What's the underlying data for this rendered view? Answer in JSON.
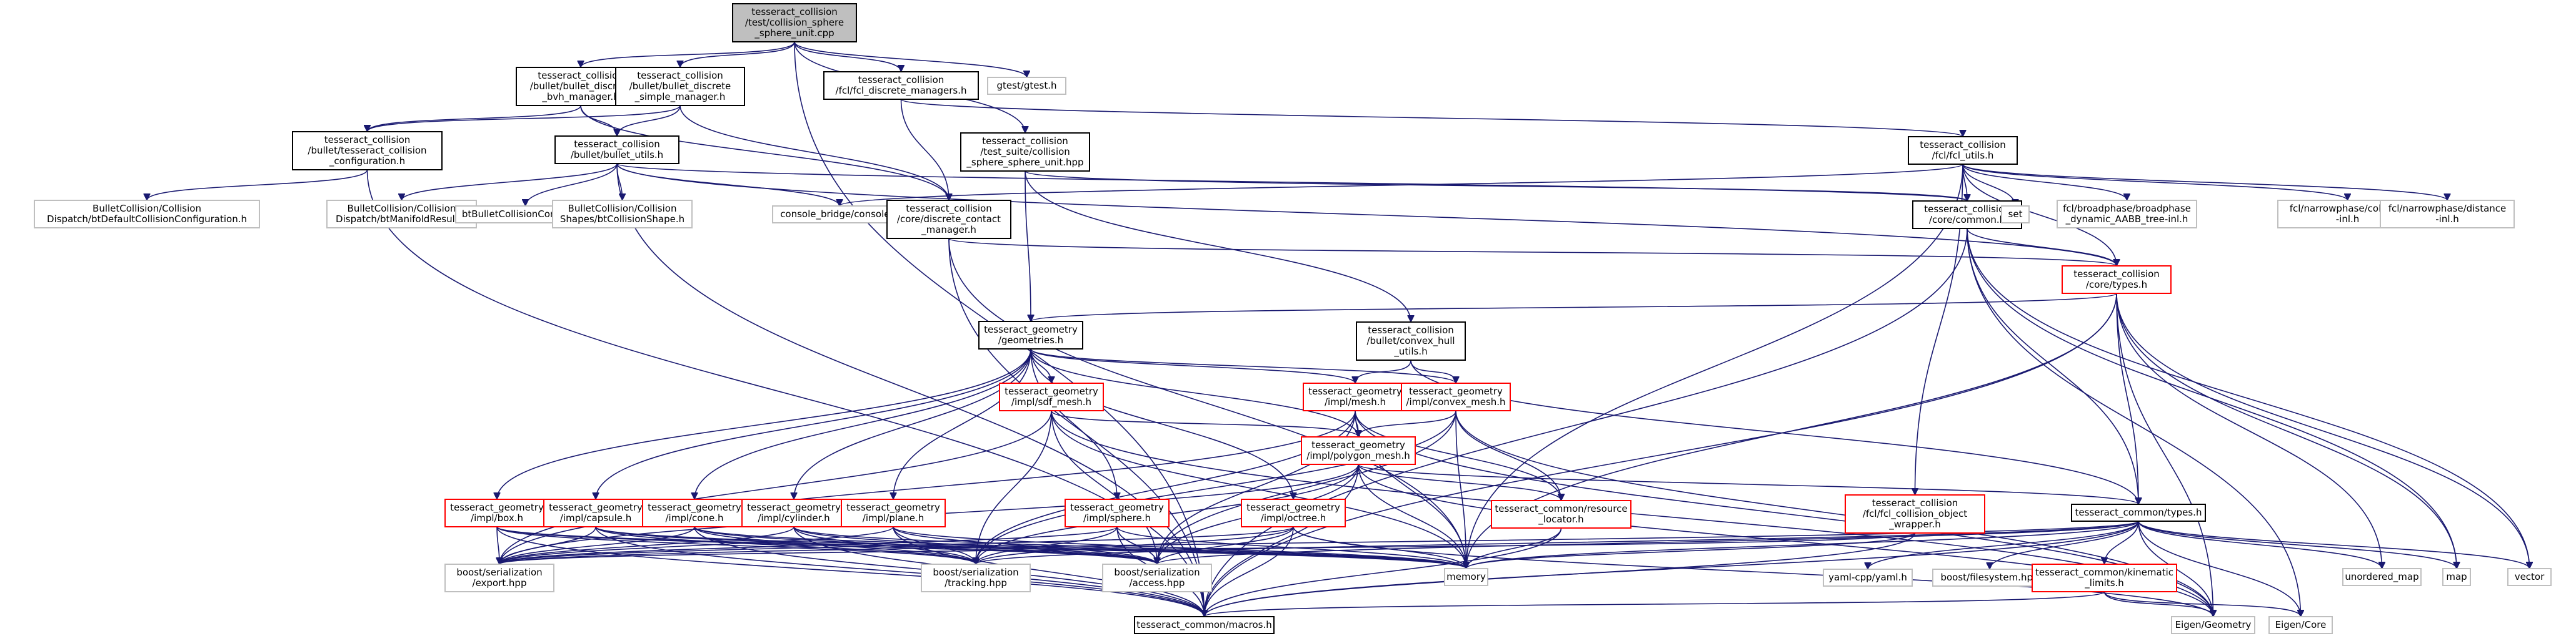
{
  "colors": {
    "edge": "#191970",
    "focus_fill": "#bfbfbf",
    "focus_border": "#000000",
    "normal_border": "#000000",
    "red_border": "#ff0000",
    "gray_border": "#bfbfbf",
    "node_fill": "#ffffff"
  },
  "nodes": [
    {
      "id": "root",
      "lines": [
        "tesseract_collision",
        "/test/collision_sphere",
        "_sphere_unit.cpp"
      ],
      "style": "focus"
    },
    {
      "id": "bvh",
      "lines": [
        "tesseract_collision",
        "/bullet/bullet_discrete",
        "_bvh_manager.h"
      ],
      "style": "normal"
    },
    {
      "id": "simple",
      "lines": [
        "tesseract_collision",
        "/bullet/bullet_discrete",
        "_simple_manager.h"
      ],
      "style": "normal"
    },
    {
      "id": "fclmgr",
      "lines": [
        "tesseract_collision",
        "/fcl/fcl_discrete_managers.h"
      ],
      "style": "normal"
    },
    {
      "id": "gtest",
      "lines": [
        "gtest/gtest.h"
      ],
      "style": "gray"
    },
    {
      "id": "tcconf",
      "lines": [
        "tesseract_collision",
        "/bullet/tesseract_collision",
        "_configuration.h"
      ],
      "style": "normal"
    },
    {
      "id": "butils",
      "lines": [
        "tesseract_collision",
        "/bullet/bullet_utils.h"
      ],
      "style": "normal"
    },
    {
      "id": "sphereunit",
      "lines": [
        "tesseract_collision",
        "/test_suite/collision",
        "_sphere_sphere_unit.hpp"
      ],
      "style": "normal"
    },
    {
      "id": "fclutils",
      "lines": [
        "tesseract_collision",
        "/fcl/fcl_utils.h"
      ],
      "style": "normal"
    },
    {
      "id": "btdefault",
      "lines": [
        "BulletCollision/Collision",
        "Dispatch/btDefaultCollisionConfiguration.h"
      ],
      "style": "gray"
    },
    {
      "id": "btmanifold",
      "lines": [
        "BulletCollision/Collision",
        "Dispatch/btManifoldResult.h"
      ],
      "style": "gray"
    },
    {
      "id": "btcommon",
      "lines": [
        "btBulletCollisionCommon.h"
      ],
      "style": "gray"
    },
    {
      "id": "btshape",
      "lines": [
        "BulletCollision/Collision",
        "Shapes/btCollisionShape.h"
      ],
      "style": "gray"
    },
    {
      "id": "console",
      "lines": [
        "console_bridge/console.h"
      ],
      "style": "gray"
    },
    {
      "id": "dcm",
      "lines": [
        "tesseract_collision",
        "/core/discrete_contact",
        "_manager.h"
      ],
      "style": "normal"
    },
    {
      "id": "corecommon",
      "lines": [
        "tesseract_collision",
        "/core/common.h"
      ],
      "style": "normal"
    },
    {
      "id": "set",
      "lines": [
        "set"
      ],
      "style": "gray"
    },
    {
      "id": "aabb",
      "lines": [
        "fcl/broadphase/broadphase",
        "_dynamic_AABB_tree-inl.h"
      ],
      "style": "gray"
    },
    {
      "id": "fclcoll",
      "lines": [
        "fcl/narrowphase/collision",
        "-inl.h"
      ],
      "style": "gray"
    },
    {
      "id": "fcldist",
      "lines": [
        "fcl/narrowphase/distance",
        "-inl.h"
      ],
      "style": "gray"
    },
    {
      "id": "coretypes",
      "lines": [
        "tesseract_collision",
        "/core/types.h"
      ],
      "style": "red"
    },
    {
      "id": "geometries",
      "lines": [
        "tesseract_geometry",
        "/geometries.h"
      ],
      "style": "normal"
    },
    {
      "id": "convexhull",
      "lines": [
        "tesseract_collision",
        "/bullet/convex_hull",
        "_utils.h"
      ],
      "style": "normal"
    },
    {
      "id": "sdfmesh",
      "lines": [
        "tesseract_geometry",
        "/impl/sdf_mesh.h"
      ],
      "style": "red"
    },
    {
      "id": "mesh",
      "lines": [
        "tesseract_geometry",
        "/impl/mesh.h"
      ],
      "style": "red"
    },
    {
      "id": "convexmesh",
      "lines": [
        "tesseract_geometry",
        "/impl/convex_mesh.h"
      ],
      "style": "red"
    },
    {
      "id": "polygon",
      "lines": [
        "tesseract_geometry",
        "/impl/polygon_mesh.h"
      ],
      "style": "red"
    },
    {
      "id": "resloc",
      "lines": [
        "tesseract_common/resource",
        "_locator.h"
      ],
      "style": "red"
    },
    {
      "id": "fclwrap",
      "lines": [
        "tesseract_collision",
        "/fcl/fcl_collision_object",
        "_wrapper.h"
      ],
      "style": "red"
    },
    {
      "id": "box",
      "lines": [
        "tesseract_geometry",
        "/impl/box.h"
      ],
      "style": "red"
    },
    {
      "id": "capsule",
      "lines": [
        "tesseract_geometry",
        "/impl/capsule.h"
      ],
      "style": "red"
    },
    {
      "id": "cone",
      "lines": [
        "tesseract_geometry",
        "/impl/cone.h"
      ],
      "style": "red"
    },
    {
      "id": "cylinder",
      "lines": [
        "tesseract_geometry",
        "/impl/cylinder.h"
      ],
      "style": "red"
    },
    {
      "id": "plane",
      "lines": [
        "tesseract_geometry",
        "/impl/plane.h"
      ],
      "style": "red"
    },
    {
      "id": "sphere",
      "lines": [
        "tesseract_geometry",
        "/impl/sphere.h"
      ],
      "style": "red"
    },
    {
      "id": "octree",
      "lines": [
        "tesseract_geometry",
        "/impl/octree.h"
      ],
      "style": "red"
    },
    {
      "id": "commontypes",
      "lines": [
        "tesseract_common/types.h"
      ],
      "style": "normal"
    },
    {
      "id": "export",
      "lines": [
        "boost/serialization",
        "/export.hpp"
      ],
      "style": "gray"
    },
    {
      "id": "tracking",
      "lines": [
        "boost/serialization",
        "/tracking.hpp"
      ],
      "style": "gray"
    },
    {
      "id": "access",
      "lines": [
        "boost/serialization",
        "/access.hpp"
      ],
      "style": "gray"
    },
    {
      "id": "memory",
      "lines": [
        "memory"
      ],
      "style": "gray"
    },
    {
      "id": "yaml",
      "lines": [
        "yaml-cpp/yaml.h"
      ],
      "style": "gray"
    },
    {
      "id": "fs",
      "lines": [
        "boost/filesystem.hpp"
      ],
      "style": "gray"
    },
    {
      "id": "kin",
      "lines": [
        "tesseract_common/kinematic",
        "_limits.h"
      ],
      "style": "red"
    },
    {
      "id": "umap",
      "lines": [
        "unordered_map"
      ],
      "style": "gray"
    },
    {
      "id": "map",
      "lines": [
        "map"
      ],
      "style": "gray"
    },
    {
      "id": "vector",
      "lines": [
        "vector"
      ],
      "style": "gray"
    },
    {
      "id": "macros",
      "lines": [
        "tesseract_common/macros.h"
      ],
      "style": "normal"
    },
    {
      "id": "eigengeom",
      "lines": [
        "Eigen/Geometry"
      ],
      "style": "gray"
    },
    {
      "id": "eigencore",
      "lines": [
        "Eigen/Core"
      ],
      "style": "gray"
    }
  ],
  "edges": [
    [
      "root",
      "bvh"
    ],
    [
      "root",
      "simple"
    ],
    [
      "root",
      "fclmgr"
    ],
    [
      "root",
      "gtest"
    ],
    [
      "root",
      "sphereunit"
    ],
    [
      "root",
      "macros"
    ],
    [
      "bvh",
      "tcconf"
    ],
    [
      "bvh",
      "butils"
    ],
    [
      "bvh",
      "dcm"
    ],
    [
      "simple",
      "tcconf"
    ],
    [
      "simple",
      "butils"
    ],
    [
      "simple",
      "dcm"
    ],
    [
      "fclmgr",
      "fclutils"
    ],
    [
      "fclmgr",
      "dcm"
    ],
    [
      "tcconf",
      "btdefault"
    ],
    [
      "tcconf",
      "macros"
    ],
    [
      "butils",
      "btmanifold"
    ],
    [
      "butils",
      "btcommon"
    ],
    [
      "butils",
      "btshape"
    ],
    [
      "butils",
      "console"
    ],
    [
      "butils",
      "corecommon"
    ],
    [
      "butils",
      "coretypes"
    ],
    [
      "butils",
      "macros"
    ],
    [
      "sphereunit",
      "corecommon"
    ],
    [
      "sphereunit",
      "geometries"
    ],
    [
      "sphereunit",
      "convexhull"
    ],
    [
      "fclutils",
      "console"
    ],
    [
      "fclutils",
      "corecommon"
    ],
    [
      "fclutils",
      "set"
    ],
    [
      "fclutils",
      "aabb"
    ],
    [
      "fclutils",
      "fclcoll"
    ],
    [
      "fclutils",
      "fcldist"
    ],
    [
      "fclutils",
      "coretypes"
    ],
    [
      "fclutils",
      "fclwrap"
    ],
    [
      "fclutils",
      "memory"
    ],
    [
      "dcm",
      "coretypes"
    ],
    [
      "dcm",
      "memory"
    ],
    [
      "dcm",
      "macros"
    ],
    [
      "corecommon",
      "coretypes"
    ],
    [
      "corecommon",
      "commontypes"
    ],
    [
      "corecommon",
      "map"
    ],
    [
      "corecommon",
      "vector"
    ],
    [
      "corecommon",
      "eigencore"
    ],
    [
      "corecommon",
      "macros"
    ],
    [
      "coretypes",
      "geometries"
    ],
    [
      "coretypes",
      "commontypes"
    ],
    [
      "coretypes",
      "umap"
    ],
    [
      "coretypes",
      "map"
    ],
    [
      "coretypes",
      "vector"
    ],
    [
      "coretypes",
      "memory"
    ],
    [
      "coretypes",
      "eigengeom"
    ],
    [
      "coretypes",
      "macros"
    ],
    [
      "geometries",
      "box"
    ],
    [
      "geometries",
      "capsule"
    ],
    [
      "geometries",
      "cone"
    ],
    [
      "geometries",
      "cylinder"
    ],
    [
      "geometries",
      "plane"
    ],
    [
      "geometries",
      "sphere"
    ],
    [
      "geometries",
      "octree"
    ],
    [
      "geometries",
      "mesh"
    ],
    [
      "geometries",
      "convexmesh"
    ],
    [
      "geometries",
      "sdfmesh"
    ],
    [
      "geometries",
      "polygon"
    ],
    [
      "convexhull",
      "mesh"
    ],
    [
      "convexhull",
      "convexmesh"
    ],
    [
      "convexhull",
      "commontypes"
    ],
    [
      "sdfmesh",
      "polygon"
    ],
    [
      "sdfmesh",
      "export"
    ],
    [
      "sdfmesh",
      "tracking"
    ],
    [
      "sdfmesh",
      "access"
    ],
    [
      "sdfmesh",
      "memory"
    ],
    [
      "sdfmesh",
      "eigengeom"
    ],
    [
      "mesh",
      "polygon"
    ],
    [
      "mesh",
      "resloc"
    ],
    [
      "mesh",
      "export"
    ],
    [
      "mesh",
      "tracking"
    ],
    [
      "mesh",
      "access"
    ],
    [
      "mesh",
      "memory"
    ],
    [
      "mesh",
      "eigengeom"
    ],
    [
      "convexmesh",
      "polygon"
    ],
    [
      "convexmesh",
      "resloc"
    ],
    [
      "convexmesh",
      "memory"
    ],
    [
      "convexmesh",
      "eigengeom"
    ],
    [
      "convexmesh",
      "access"
    ],
    [
      "convexmesh",
      "tracking"
    ],
    [
      "polygon",
      "resloc"
    ],
    [
      "polygon",
      "commontypes"
    ],
    [
      "polygon",
      "export"
    ],
    [
      "polygon",
      "tracking"
    ],
    [
      "polygon",
      "access"
    ],
    [
      "polygon",
      "memory"
    ],
    [
      "polygon",
      "macros"
    ],
    [
      "polygon",
      "eigengeom"
    ],
    [
      "resloc",
      "memory"
    ],
    [
      "resloc",
      "macros"
    ],
    [
      "fclwrap",
      "memory"
    ],
    [
      "fclwrap",
      "export"
    ],
    [
      "fclwrap",
      "macros"
    ],
    [
      "box",
      "export"
    ],
    [
      "box",
      "tracking"
    ],
    [
      "box",
      "access"
    ],
    [
      "box",
      "memory"
    ],
    [
      "box",
      "macros"
    ],
    [
      "capsule",
      "export"
    ],
    [
      "capsule",
      "tracking"
    ],
    [
      "capsule",
      "access"
    ],
    [
      "capsule",
      "memory"
    ],
    [
      "capsule",
      "macros"
    ],
    [
      "cone",
      "export"
    ],
    [
      "cone",
      "tracking"
    ],
    [
      "cone",
      "access"
    ],
    [
      "cone",
      "memory"
    ],
    [
      "cone",
      "macros"
    ],
    [
      "cylinder",
      "export"
    ],
    [
      "cylinder",
      "tracking"
    ],
    [
      "cylinder",
      "access"
    ],
    [
      "cylinder",
      "memory"
    ],
    [
      "cylinder",
      "macros"
    ],
    [
      "plane",
      "export"
    ],
    [
      "plane",
      "tracking"
    ],
    [
      "plane",
      "access"
    ],
    [
      "plane",
      "memory"
    ],
    [
      "plane",
      "macros"
    ],
    [
      "sphere",
      "export"
    ],
    [
      "sphere",
      "tracking"
    ],
    [
      "sphere",
      "access"
    ],
    [
      "sphere",
      "memory"
    ],
    [
      "sphere",
      "macros"
    ],
    [
      "octree",
      "export"
    ],
    [
      "octree",
      "tracking"
    ],
    [
      "octree",
      "access"
    ],
    [
      "octree",
      "memory"
    ],
    [
      "octree",
      "macros"
    ],
    [
      "octree",
      "eigengeom"
    ],
    [
      "commontypes",
      "export"
    ],
    [
      "commontypes",
      "tracking"
    ],
    [
      "commontypes",
      "access"
    ],
    [
      "commontypes",
      "memory"
    ],
    [
      "commontypes",
      "yaml"
    ],
    [
      "commontypes",
      "fs"
    ],
    [
      "commontypes",
      "kin"
    ],
    [
      "commontypes",
      "umap"
    ],
    [
      "commontypes",
      "map"
    ],
    [
      "commontypes",
      "vector"
    ],
    [
      "commontypes",
      "eigengeom"
    ],
    [
      "commontypes",
      "eigencore"
    ],
    [
      "commontypes",
      "macros"
    ],
    [
      "kin",
      "eigencore"
    ],
    [
      "kin",
      "macros"
    ],
    [
      "kin",
      "eigengeom"
    ]
  ]
}
